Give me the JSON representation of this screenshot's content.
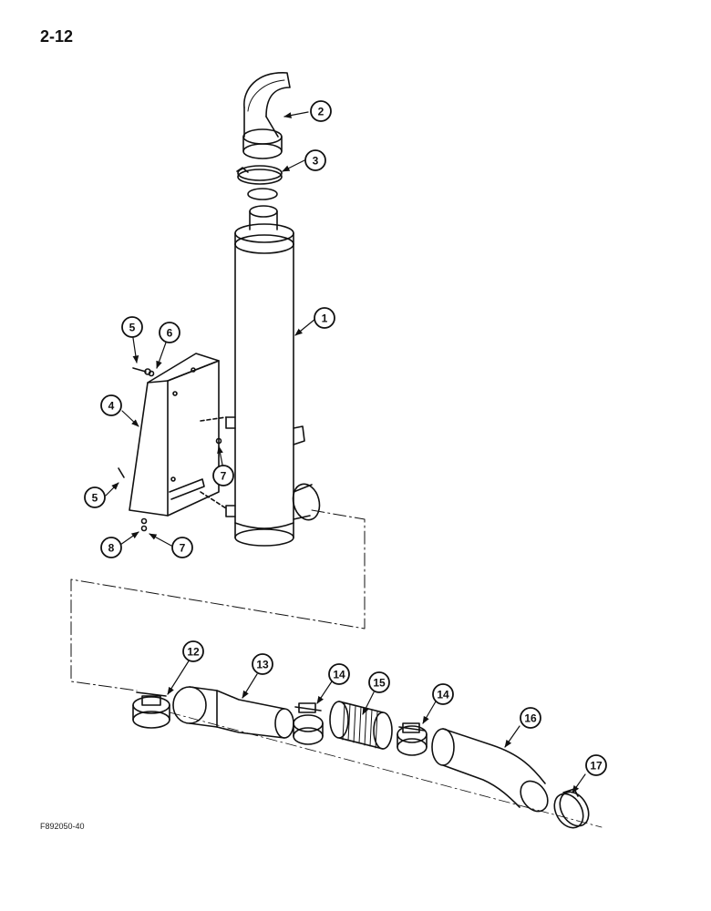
{
  "page": {
    "number": "2-12",
    "figure_code": "F892050-40"
  },
  "callouts": [
    {
      "id": "c-2",
      "label": "2"
    },
    {
      "id": "c-3",
      "label": "3"
    },
    {
      "id": "c-1",
      "label": "1"
    },
    {
      "id": "c-5a",
      "label": "5"
    },
    {
      "id": "c-6",
      "label": "6"
    },
    {
      "id": "c-4",
      "label": "4"
    },
    {
      "id": "c-7a",
      "label": "7"
    },
    {
      "id": "c-5b",
      "label": "5"
    },
    {
      "id": "c-8",
      "label": "8"
    },
    {
      "id": "c-7b",
      "label": "7"
    },
    {
      "id": "c-12",
      "label": "12"
    },
    {
      "id": "c-13",
      "label": "13"
    },
    {
      "id": "c-14a",
      "label": "14"
    },
    {
      "id": "c-15",
      "label": "15"
    },
    {
      "id": "c-14b",
      "label": "14"
    },
    {
      "id": "c-16",
      "label": "16"
    },
    {
      "id": "c-17",
      "label": "17"
    }
  ],
  "colors": {
    "ink": "#111111",
    "paper": "#ffffff"
  }
}
